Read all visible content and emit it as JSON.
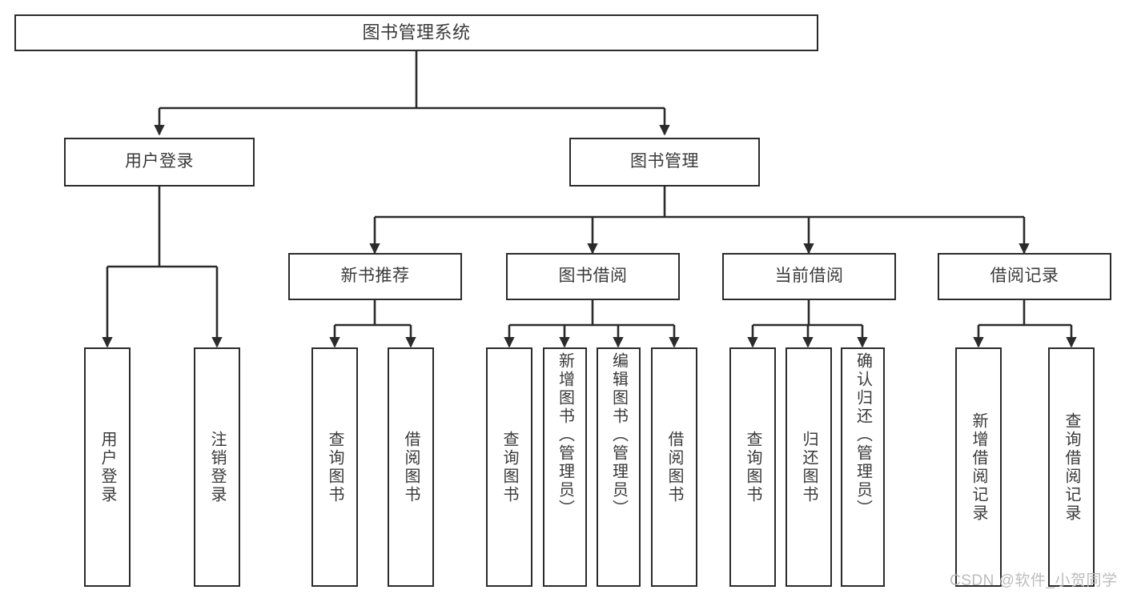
{
  "diagram": {
    "type": "tree-hierarchy-chart",
    "title": "图书管理系统",
    "orientation": "top-down",
    "colors": {
      "box_border": "#2b2b2b",
      "box_fill": "#ffffff",
      "text": "#3a3a3a",
      "connector": "#2b2b2b",
      "watermark": "#bcbcbc",
      "background": "#ffffff"
    },
    "root": {
      "label": "图书管理系统",
      "level": 0
    },
    "level1": [
      {
        "label": "用户登录",
        "level": 1
      },
      {
        "label": "图书管理",
        "level": 1
      }
    ],
    "level2": [
      {
        "label": "新书推荐",
        "parent": "图书管理",
        "level": 2
      },
      {
        "label": "图书借阅",
        "parent": "图书管理",
        "level": 2
      },
      {
        "label": "当前借阅",
        "parent": "图书管理",
        "level": 2
      },
      {
        "label": "借阅记录",
        "parent": "图书管理",
        "level": 2
      }
    ],
    "leaves": [
      {
        "label": "用户登录",
        "parent": "用户登录",
        "level": 2
      },
      {
        "label": "注销登录",
        "parent": "用户登录",
        "level": 2
      },
      {
        "label": "查询图书",
        "parent": "新书推荐",
        "level": 3
      },
      {
        "label": "借阅图书",
        "parent": "新书推荐",
        "level": 3
      },
      {
        "label": "查询图书",
        "parent": "图书借阅",
        "level": 3
      },
      {
        "label": "新增图书（管理员）",
        "parent": "图书借阅",
        "level": 3
      },
      {
        "label": "编辑图书（管理员）",
        "parent": "图书借阅",
        "level": 3
      },
      {
        "label": "借阅图书",
        "parent": "图书借阅",
        "level": 3
      },
      {
        "label": "查询图书",
        "parent": "当前借阅",
        "level": 3
      },
      {
        "label": "归还图书",
        "parent": "当前借阅",
        "level": 3
      },
      {
        "label": "确认归还（管理员）",
        "parent": "当前借阅",
        "level": 3
      },
      {
        "label": "新增借阅记录",
        "parent": "借阅记录",
        "level": 3
      },
      {
        "label": "查询借阅记录",
        "parent": "借阅记录",
        "level": 3
      }
    ]
  },
  "watermark": {
    "text": "CSDN @软件_小贺同学"
  }
}
